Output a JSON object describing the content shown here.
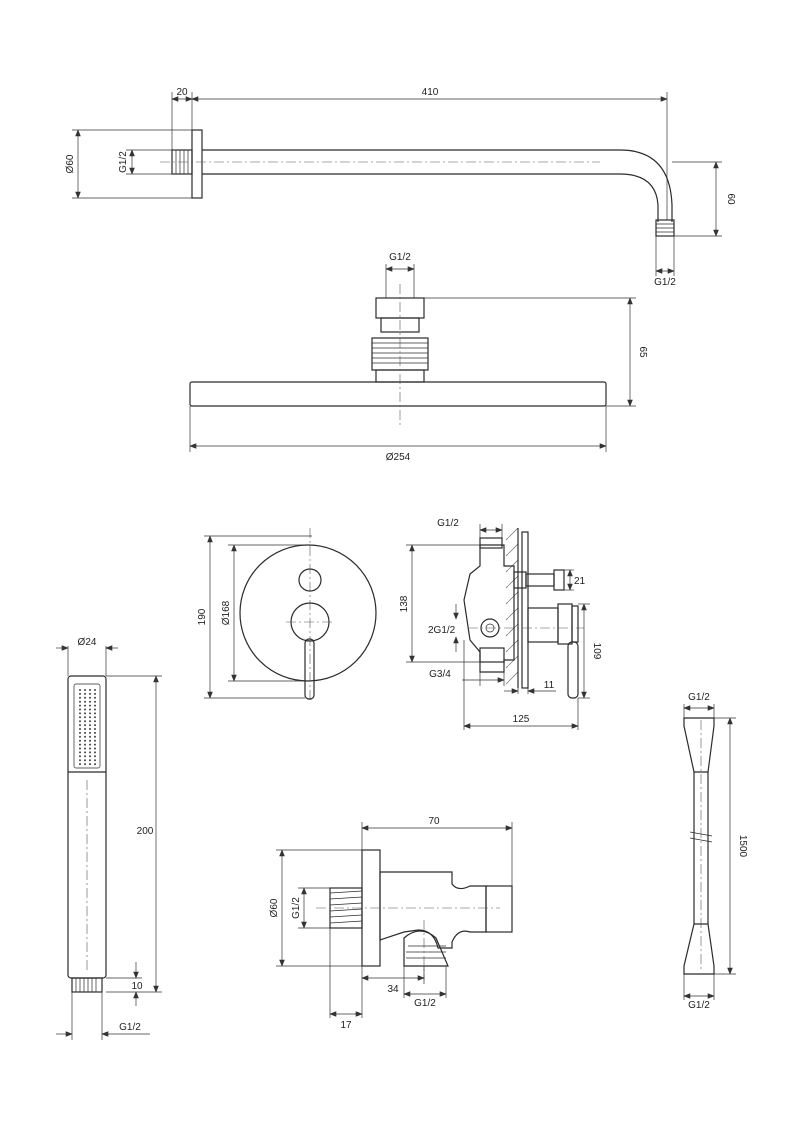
{
  "shower_arm": {
    "wall_thickness": "20",
    "arm_length": "410",
    "flange_dia": "Ø60",
    "thread_wall": "G1/2",
    "drop": "60",
    "thread_outlet": "G1/2"
  },
  "head_shower": {
    "thread": "G1/2",
    "height": "65",
    "diameter": "Ø254"
  },
  "mixer_front": {
    "plate_height": "190",
    "plate_dia": "Ø168"
  },
  "mixer_side": {
    "thread_top": "G1/2",
    "body_height": "138",
    "thread_right": "21",
    "thread_2g": "2G1/2",
    "thread_bottom": "G3/4",
    "plate_offset": "11",
    "total_depth": "125",
    "handle_height": "109"
  },
  "hand_shower": {
    "diameter": "Ø24",
    "length": "200",
    "thread_length": "10",
    "thread": "G1/2"
  },
  "wall_outlet": {
    "length": "70",
    "flange_dia": "Ø60",
    "thread_wall": "G1/2",
    "outlet_offset": "34",
    "thread_outlet": "G1/2",
    "thread_depth": "17"
  },
  "hose": {
    "thread_top": "G1/2",
    "length": "1500",
    "thread_bottom": "G1/2"
  }
}
